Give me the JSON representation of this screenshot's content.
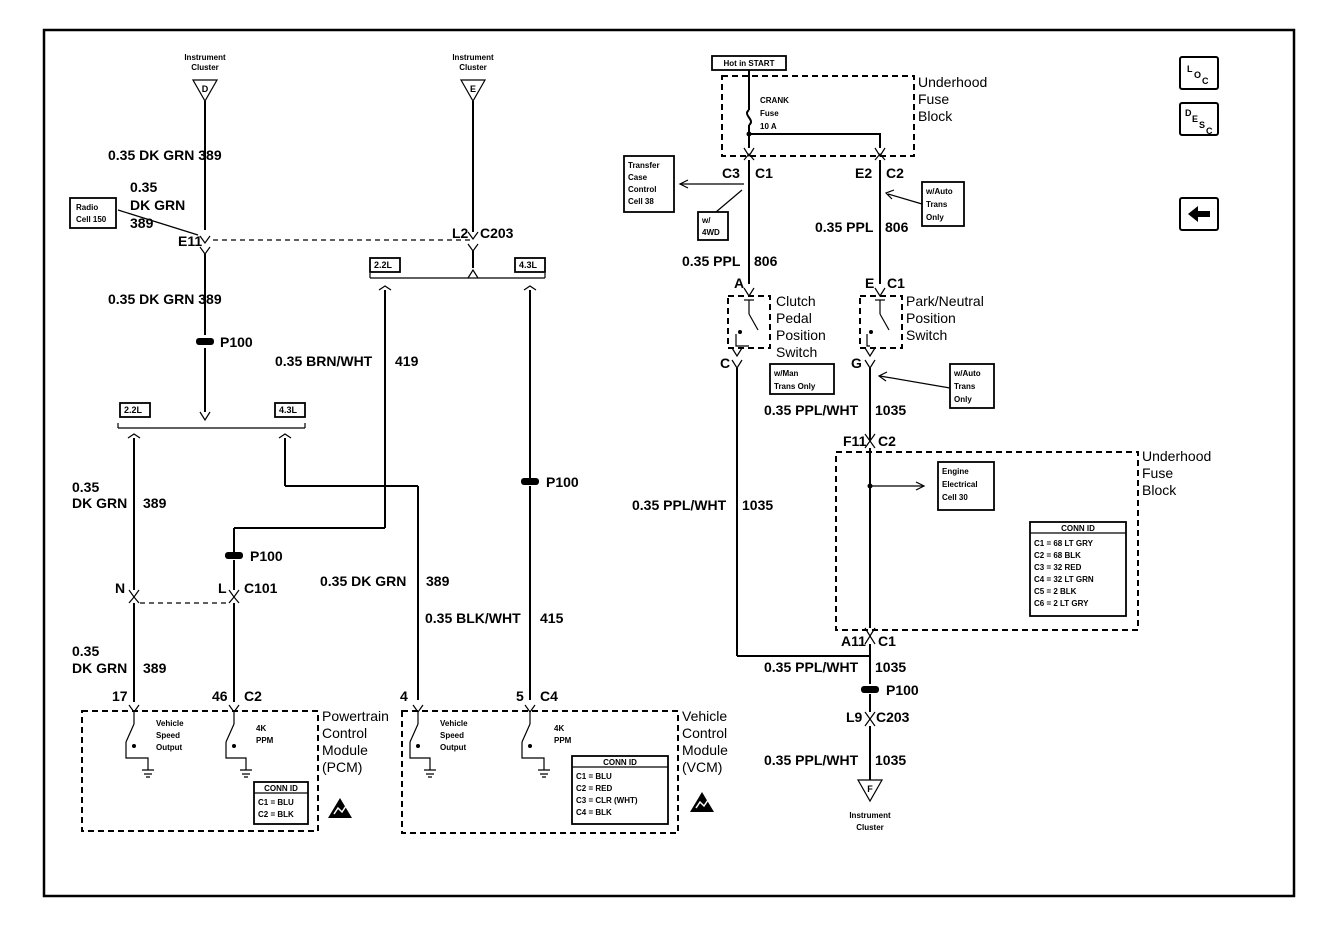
{
  "diagram": {
    "wires": {
      "dkgrn_top": "0.35 DK GRN 389",
      "dkgrn_389_stack": [
        "0.35",
        "DK GRN",
        "389"
      ],
      "dkgrn_mid": "0.35 DK GRN 389",
      "brnwht": "0.35 BRN/WHT",
      "brnwht_num": "419",
      "dkgrn_left_a": "0.35",
      "dkgrn_left_b": "DK GRN",
      "dkgrn_left_num": "389",
      "dkgrn_left2_a": "0.35",
      "dkgrn_left2_b": "DK GRN",
      "dkgrn_left2_num": "389",
      "dkgrn_center": "0.35 DK GRN",
      "dkgrn_center_num": "389",
      "blkwht": "0.35 BLK/WHT",
      "blkwht_num": "415",
      "ppl_806_left": "0.35 PPL",
      "ppl_806_left_num": "806",
      "ppl_806_right": "0.35 PPL",
      "ppl_806_right_num": "806",
      "pplwht_1035_a": "0.35 PPL/WHT",
      "pplwht_1035_a_num": "1035",
      "pplwht_1035_b": "0.35 PPL/WHT",
      "pplwht_1035_b_num": "1035",
      "pplwht_1035_c": "0.35 PPL/WHT",
      "pplwht_1035_c_num": "1035",
      "pplwht_1035_d": "0.35 PPL/WHT",
      "pplwht_1035_d_num": "1035"
    },
    "terminals": {
      "inst_cluster_d": [
        "Instrument",
        "Cluster"
      ],
      "d": "D",
      "inst_cluster_e": [
        "Instrument",
        "Cluster"
      ],
      "e": "E",
      "inst_cluster_f": [
        "Instrument",
        "Cluster"
      ],
      "f": "F"
    },
    "connectors": {
      "e11": "E11",
      "l2": "L2",
      "c203_top": "C203",
      "p100_a": "P100",
      "p100_b": "P100",
      "p100_c": "P100",
      "p100_d": "P100",
      "n": "N",
      "l": "L",
      "c101": "C101",
      "pin17": "17",
      "pin46": "46",
      "c2_pcm": "C2",
      "pin4": "4",
      "pin5": "5",
      "c4_vcm": "C4",
      "c3": "C3",
      "c1_a": "C1",
      "e2": "E2",
      "c2_b": "C2",
      "a": "A",
      "e": "E",
      "c1_b": "C1",
      "c": "C",
      "g": "G",
      "f11": "F11",
      "c2_c": "C2",
      "a11": "A11",
      "c1_c": "C1",
      "l9": "L9",
      "c203_bottom": "C203"
    },
    "engine_options": {
      "l22_a": "2.2L",
      "l43_a": "4.3L",
      "l22_b": "2.2L",
      "l43_b": "4.3L"
    },
    "refs": {
      "radio": [
        "Radio",
        "Cell 150"
      ],
      "transfer": [
        "Transfer",
        "Case",
        "Control",
        "Cell 38"
      ],
      "engine_electrical": [
        "Engine",
        "Electrical",
        "Cell 30"
      ],
      "w_4wd": [
        "w/",
        "4WD"
      ],
      "w_auto_1": [
        "w/Auto",
        "Trans",
        "Only"
      ],
      "w_auto_2": [
        "w/Auto",
        "Trans",
        "Only"
      ],
      "w_man": [
        "w/Man",
        "Trans Only"
      ],
      "hot_in_start": "Hot in START"
    },
    "fuse": {
      "name": "CRANK",
      "label": "Fuse",
      "rating": "10 A"
    },
    "components": {
      "underhood_fuse_top": [
        "Underhood",
        "Fuse",
        "Block"
      ],
      "underhood_fuse_bottom": [
        "Underhood",
        "Fuse",
        "Block"
      ],
      "clutch": [
        "Clutch",
        "Pedal",
        "Position",
        "Switch"
      ],
      "park_neutral": [
        "Park/Neutral",
        "Position",
        "Switch"
      ],
      "pcm": [
        "Powertrain",
        "Control",
        "Module",
        "(PCM)"
      ],
      "vcm": [
        "Vehicle",
        "Control",
        "Module",
        "(VCM)"
      ],
      "vso_pcm": [
        "Vehicle",
        "Speed",
        "Output"
      ],
      "ppm_pcm": [
        "4K",
        "PPM"
      ],
      "vso_vcm": [
        "Vehicle",
        "Speed",
        "Output"
      ],
      "ppm_vcm": [
        "4K",
        "PPM"
      ]
    },
    "conn_id_fuse": {
      "title": "CONN ID",
      "rows": [
        "C1 = 68 LT GRY",
        "C2 = 68 BLK",
        "C3 = 32 RED",
        "C4 = 32 LT GRN",
        "C5 = 2 BLK",
        "C6 = 2 LT GRY"
      ]
    },
    "conn_id_pcm": {
      "title": "CONN ID",
      "rows": [
        "C1 = BLU",
        "C2 = BLK"
      ]
    },
    "conn_id_vcm": {
      "title": "CONN ID",
      "rows": [
        "C1 = BLU",
        "C2 = RED",
        "C3 = CLR (WHT)",
        "C4 = BLK"
      ]
    },
    "nav": {
      "loc": [
        "L",
        "O",
        "C"
      ],
      "desc": [
        "D",
        "E",
        "S",
        "C"
      ],
      "back_icon": "left-arrow-icon"
    }
  }
}
